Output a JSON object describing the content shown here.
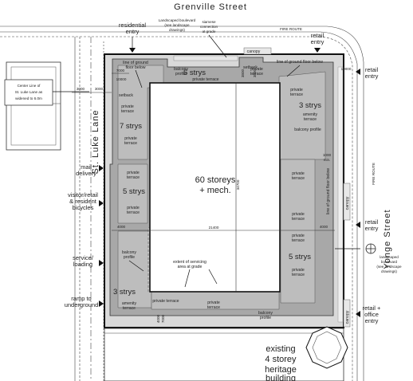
{
  "streets": {
    "north": "Grenville Street",
    "east": "Yonge Street",
    "west": "St. Luke Lane"
  },
  "fire_route": "FIRE ROUTE",
  "tower": {
    "storeys": "60 storeys",
    "mech": "+ mech.",
    "width_dim": "21400",
    "depth_dim": "34700"
  },
  "podium_heights": {
    "north": "5 strys",
    "north_east": "3 strys",
    "west_upper": "7 strys",
    "west_mid": "5 strys",
    "east": "5 strys",
    "south_west": "3 strys"
  },
  "left_labels": {
    "mail": [
      "mail",
      "delivery"
    ],
    "visitor": [
      "visitor/retail",
      "& resident",
      "bicycles"
    ],
    "service": [
      "service/",
      "loading"
    ],
    "ramp": [
      "ramp to",
      "underground"
    ]
  },
  "right_labels": {
    "retail_entry_top": [
      "retail",
      "entry"
    ],
    "retail_entry_mid": [
      "retail",
      "entry"
    ],
    "retail_office": [
      "retail +",
      "office",
      "entry"
    ]
  },
  "top_labels": {
    "residential": [
      "residential",
      "entry"
    ],
    "boulevard": [
      "Landscaped boulevard",
      "(see landscape",
      "drawings)"
    ],
    "siamese": [
      "siamese",
      "connection",
      "at grade"
    ],
    "retail_entry": [
      "retail",
      "entry"
    ]
  },
  "centerline_note": [
    "Center Line of",
    "St. Luke Lane as",
    "widened to 6.0m"
  ],
  "east_boulevard": [
    "landscaped",
    "boulevard",
    "(see landscape",
    "drawings)"
  ],
  "existing_building": [
    "existing",
    "4 storey",
    "heritage",
    "building"
  ],
  "small_labels": {
    "line_ground_floor_below": [
      "line of ground",
      "floor below"
    ],
    "line_ground_floor_below_ne": "line of ground floor below",
    "line_ground_floor_below_e": "line of ground floor below",
    "balcony_profile": [
      "balcony",
      "profile"
    ],
    "private_terrace": [
      "private",
      "terrace"
    ],
    "private_terrace_single": "private terrace",
    "amenity_terrace": [
      "amenity",
      "terrace"
    ],
    "setback": "setback",
    "canopy": "canopy",
    "servicing": [
      "extent of servicing",
      "area at grade"
    ],
    "balcony_profile_single": "balcony profile"
  },
  "dimensions": {
    "d3000a": "3000",
    "d3000b": "3000",
    "d7000": "7000",
    "d10000a": "10000",
    "d10000b": "10000",
    "d3800a": "3800",
    "d3800b": "3800",
    "d1000": "1000",
    "d1000min": "min.",
    "d4000a": "4000",
    "d4000b": "4000",
    "d4000c": "4000",
    "d7000b": "7000"
  }
}
